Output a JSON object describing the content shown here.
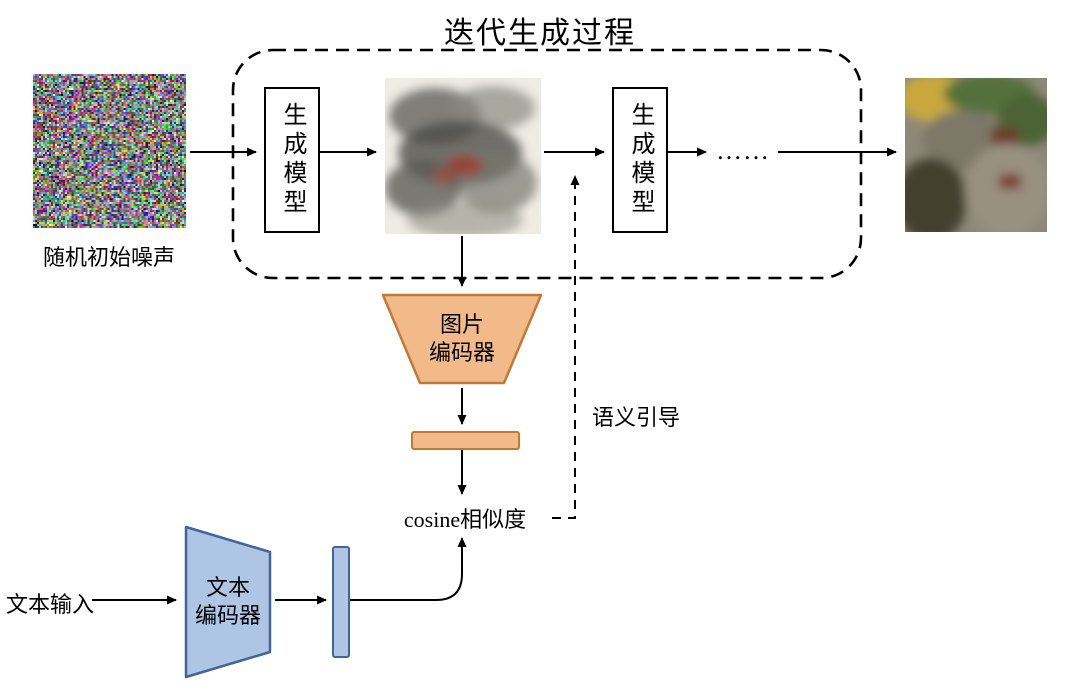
{
  "title": "迭代生成过程",
  "nodes": {
    "noise_label": "随机初始噪声",
    "gen_model_1": "生成模型",
    "gen_model_2": "生成模型",
    "ellipsis": "……",
    "image_encoder": {
      "line1": "图片",
      "line2": "编码器"
    },
    "cosine": "cosine相似度",
    "semantic_guidance": "语义引导",
    "text_input": "文本输入",
    "text_encoder": {
      "line1": "文本",
      "line2": "编码器"
    }
  },
  "colors": {
    "line": "#000000",
    "image_encoder_fill": "#F2BA88",
    "image_encoder_border": "#C07A35",
    "text_encoder_fill": "#AEC6E4",
    "text_encoder_border": "#44639A"
  }
}
